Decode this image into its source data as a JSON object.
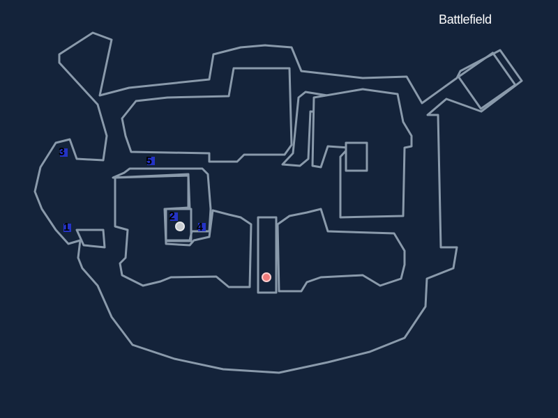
{
  "title": "Battlefield",
  "colors": {
    "background": "#14233a",
    "floor": "#56677a",
    "floor_edge": "#8a9aab",
    "marker_bg": "#2433c6",
    "marker_text": "#000000",
    "objective": "#f07c7c"
  },
  "markers": [
    {
      "label": "1"
    },
    {
      "label": "2"
    },
    {
      "label": "3"
    },
    {
      "label": "4"
    },
    {
      "label": "5"
    }
  ],
  "points": [
    {
      "icon": "objective-dot-icon"
    },
    {
      "icon": "spawn-dot-icon"
    }
  ]
}
